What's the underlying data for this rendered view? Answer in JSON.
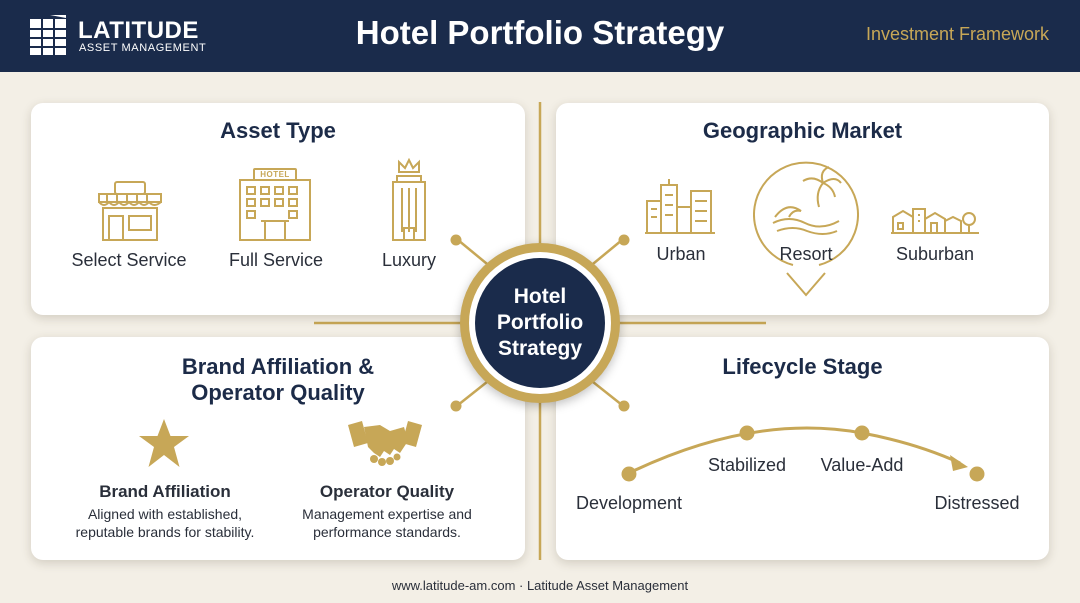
{
  "header": {
    "brand_name": "LATITUDE",
    "brand_sub": "ASSET MANAGEMENT",
    "title": "Hotel Portfolio Strategy",
    "framework": "Investment Framework"
  },
  "hub": {
    "lines": [
      "Hotel",
      "Portfolio",
      "Strategy"
    ]
  },
  "asset_type": {
    "title": "Asset Type",
    "items": [
      {
        "label": "Select Service",
        "icon": "storefront-icon"
      },
      {
        "label": "Full Service",
        "icon": "hotel-building-icon"
      },
      {
        "label": "Luxury",
        "icon": "luxury-tower-icon"
      }
    ],
    "hotel_sign": "HOTEL"
  },
  "geographic_market": {
    "title": "Geographic Market",
    "items": [
      {
        "label": "Urban",
        "icon": "city-skyline-icon"
      },
      {
        "label": "Resort",
        "icon": "palm-map-pin-icon"
      },
      {
        "label": "Suburban",
        "icon": "suburban-houses-icon"
      }
    ]
  },
  "brand_operator": {
    "title_line1": "Brand Affiliation &",
    "title_line2": "Operator Quality",
    "brand": {
      "title": "Brand Affiliation",
      "desc_line1": "Aligned with established,",
      "desc_line2": "reputable brands for stability.",
      "icon": "star-icon"
    },
    "operator": {
      "title": "Operator Quality",
      "desc_line1": "Management expertise and",
      "desc_line2": "performance standards.",
      "icon": "handshake-icon"
    }
  },
  "lifecycle": {
    "title": "Lifecycle Stage",
    "stages": [
      "Development",
      "Stabilized",
      "Value-Add",
      "Distressed"
    ]
  },
  "footer": "www.latitude-am.com · Latitude Asset Management",
  "colors": {
    "navy": "#1a2b4b",
    "gold": "#c7a757",
    "background": "#f3efe6"
  }
}
